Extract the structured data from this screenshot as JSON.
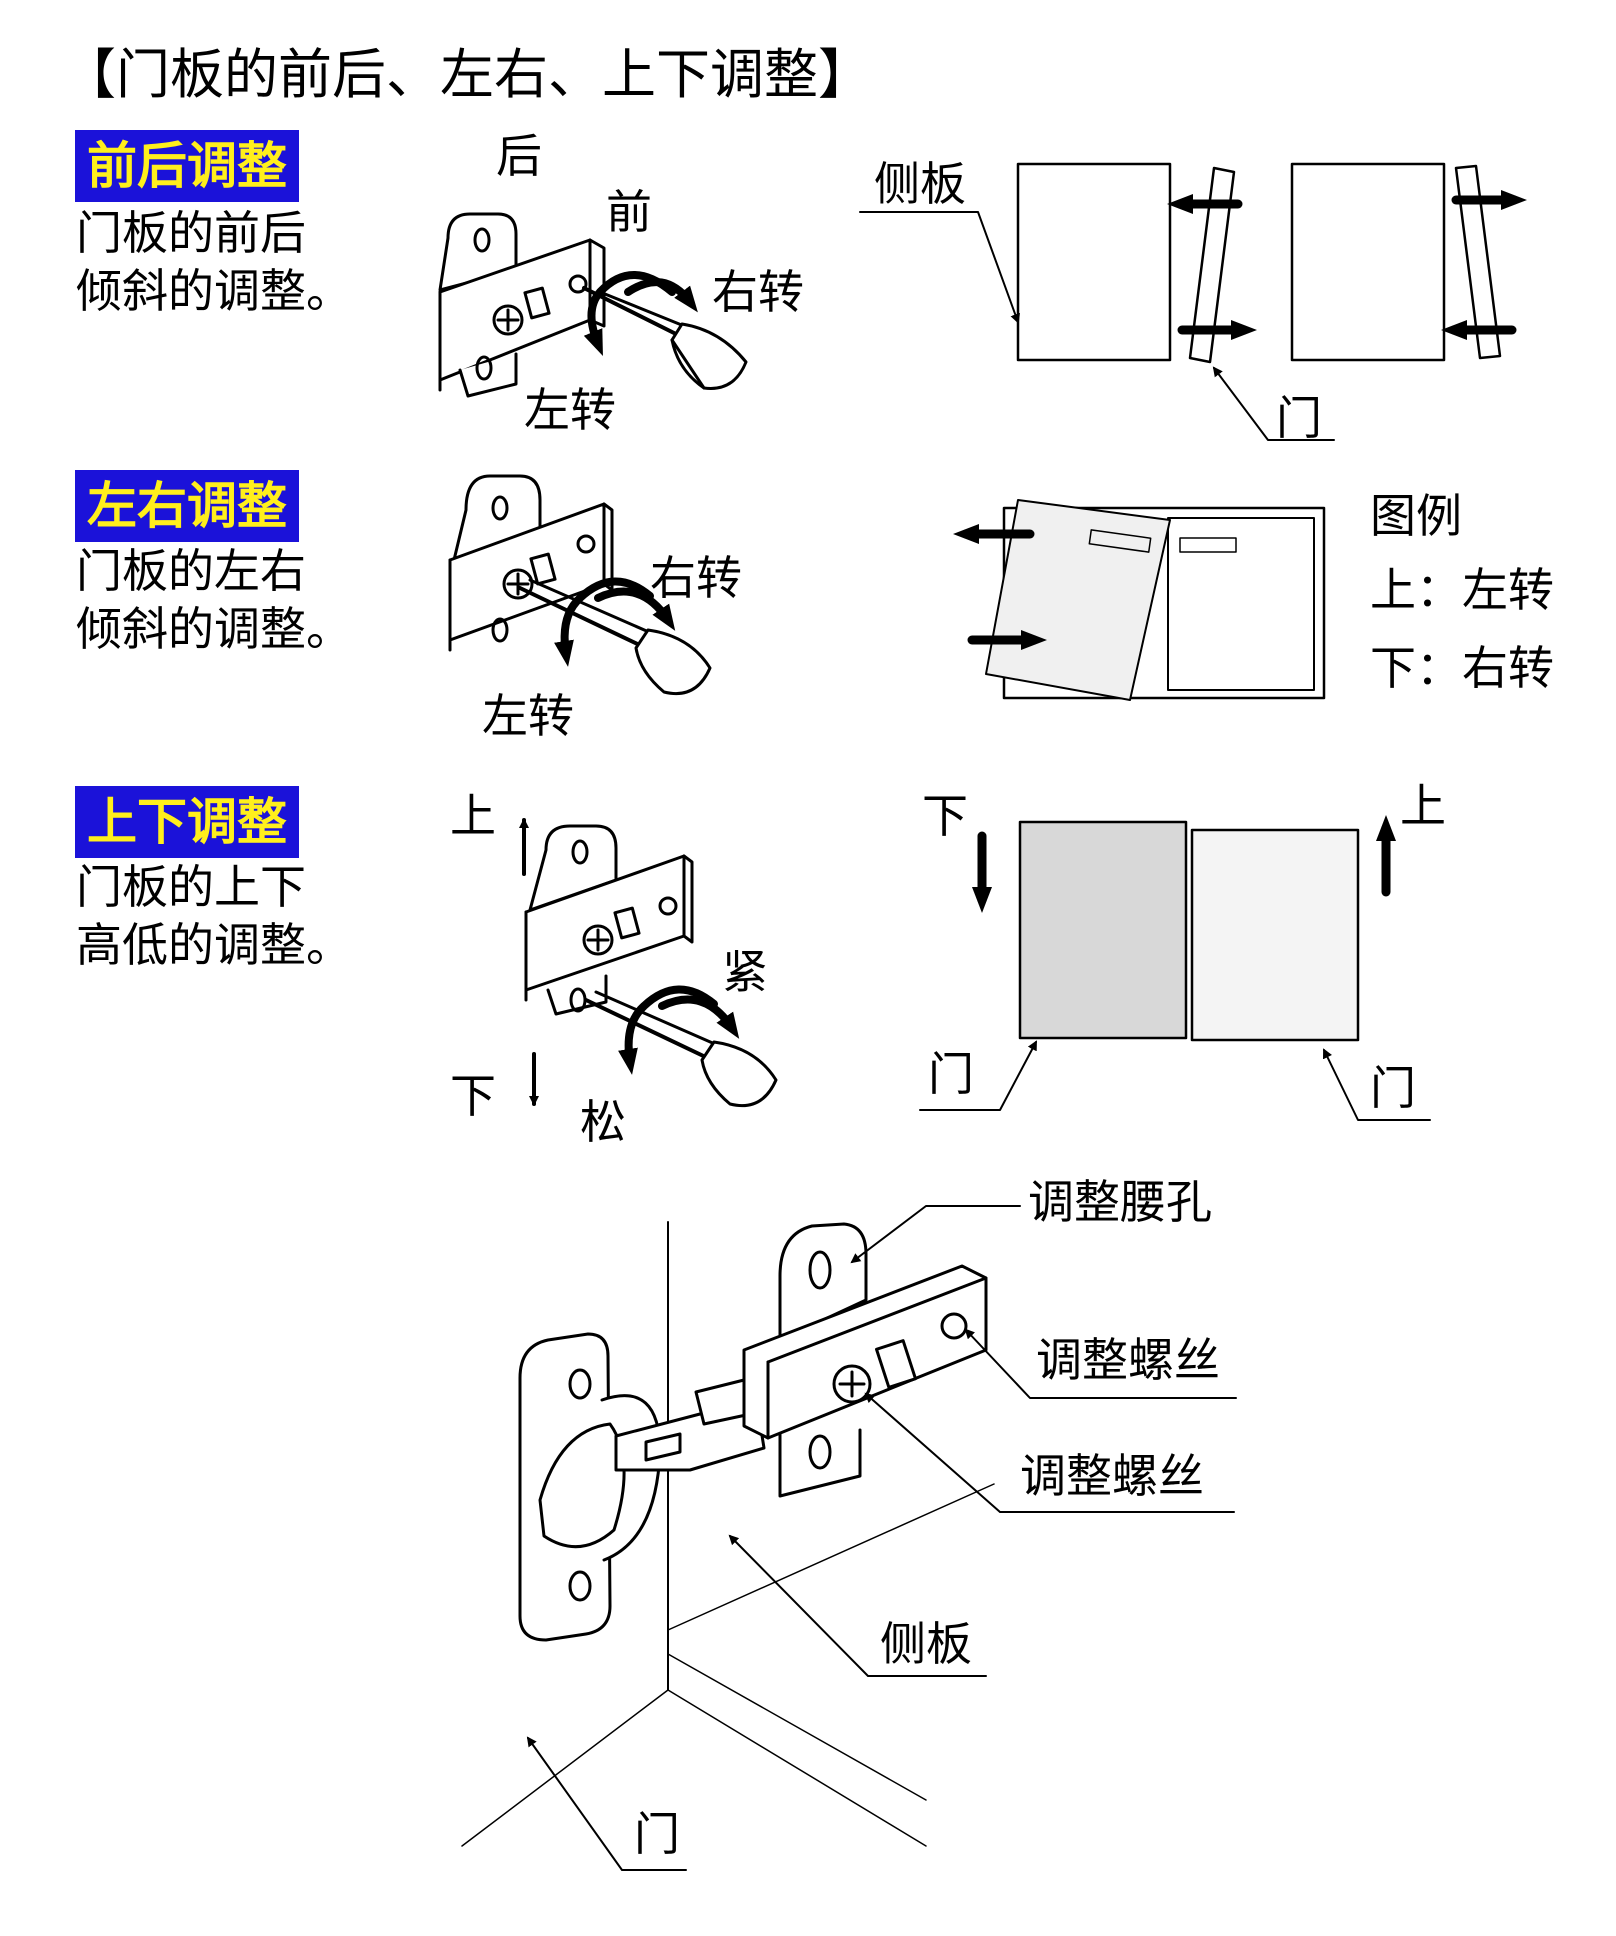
{
  "title": "【门板的前后、左右、上下调整】",
  "sections": [
    {
      "badge": "前后调整",
      "desc_line1": "门板的前后",
      "desc_line2": "倾斜的调整。",
      "labels": {
        "back": "后",
        "front": "前",
        "right_turn": "右转",
        "left_turn": "左转",
        "side_panel": "侧板",
        "door": "门"
      }
    },
    {
      "badge": "左右调整",
      "desc_line1": "门板的左右",
      "desc_line2": "倾斜的调整。",
      "labels": {
        "right_turn": "右转",
        "left_turn": "左转"
      },
      "legend": {
        "title": "图例",
        "up": "上：左转",
        "down": "下：右转"
      }
    },
    {
      "badge": "上下调整",
      "desc_line1": "门板的上下",
      "desc_line2": "高低的调整。",
      "labels": {
        "up": "上",
        "down": "下",
        "tight": "紧",
        "loose": "松",
        "down2": "下",
        "up2": "上",
        "door_left": "门",
        "door_right": "门"
      }
    }
  ],
  "hinge": {
    "slot": "调整腰孔",
    "screw1": "调整螺丝",
    "screw2": "调整螺丝",
    "side_panel": "侧板",
    "door": "门"
  },
  "colors": {
    "badge_bg": "#1b12d9",
    "badge_text": "#ffef1c",
    "door_grey": "#d8d8d8"
  }
}
